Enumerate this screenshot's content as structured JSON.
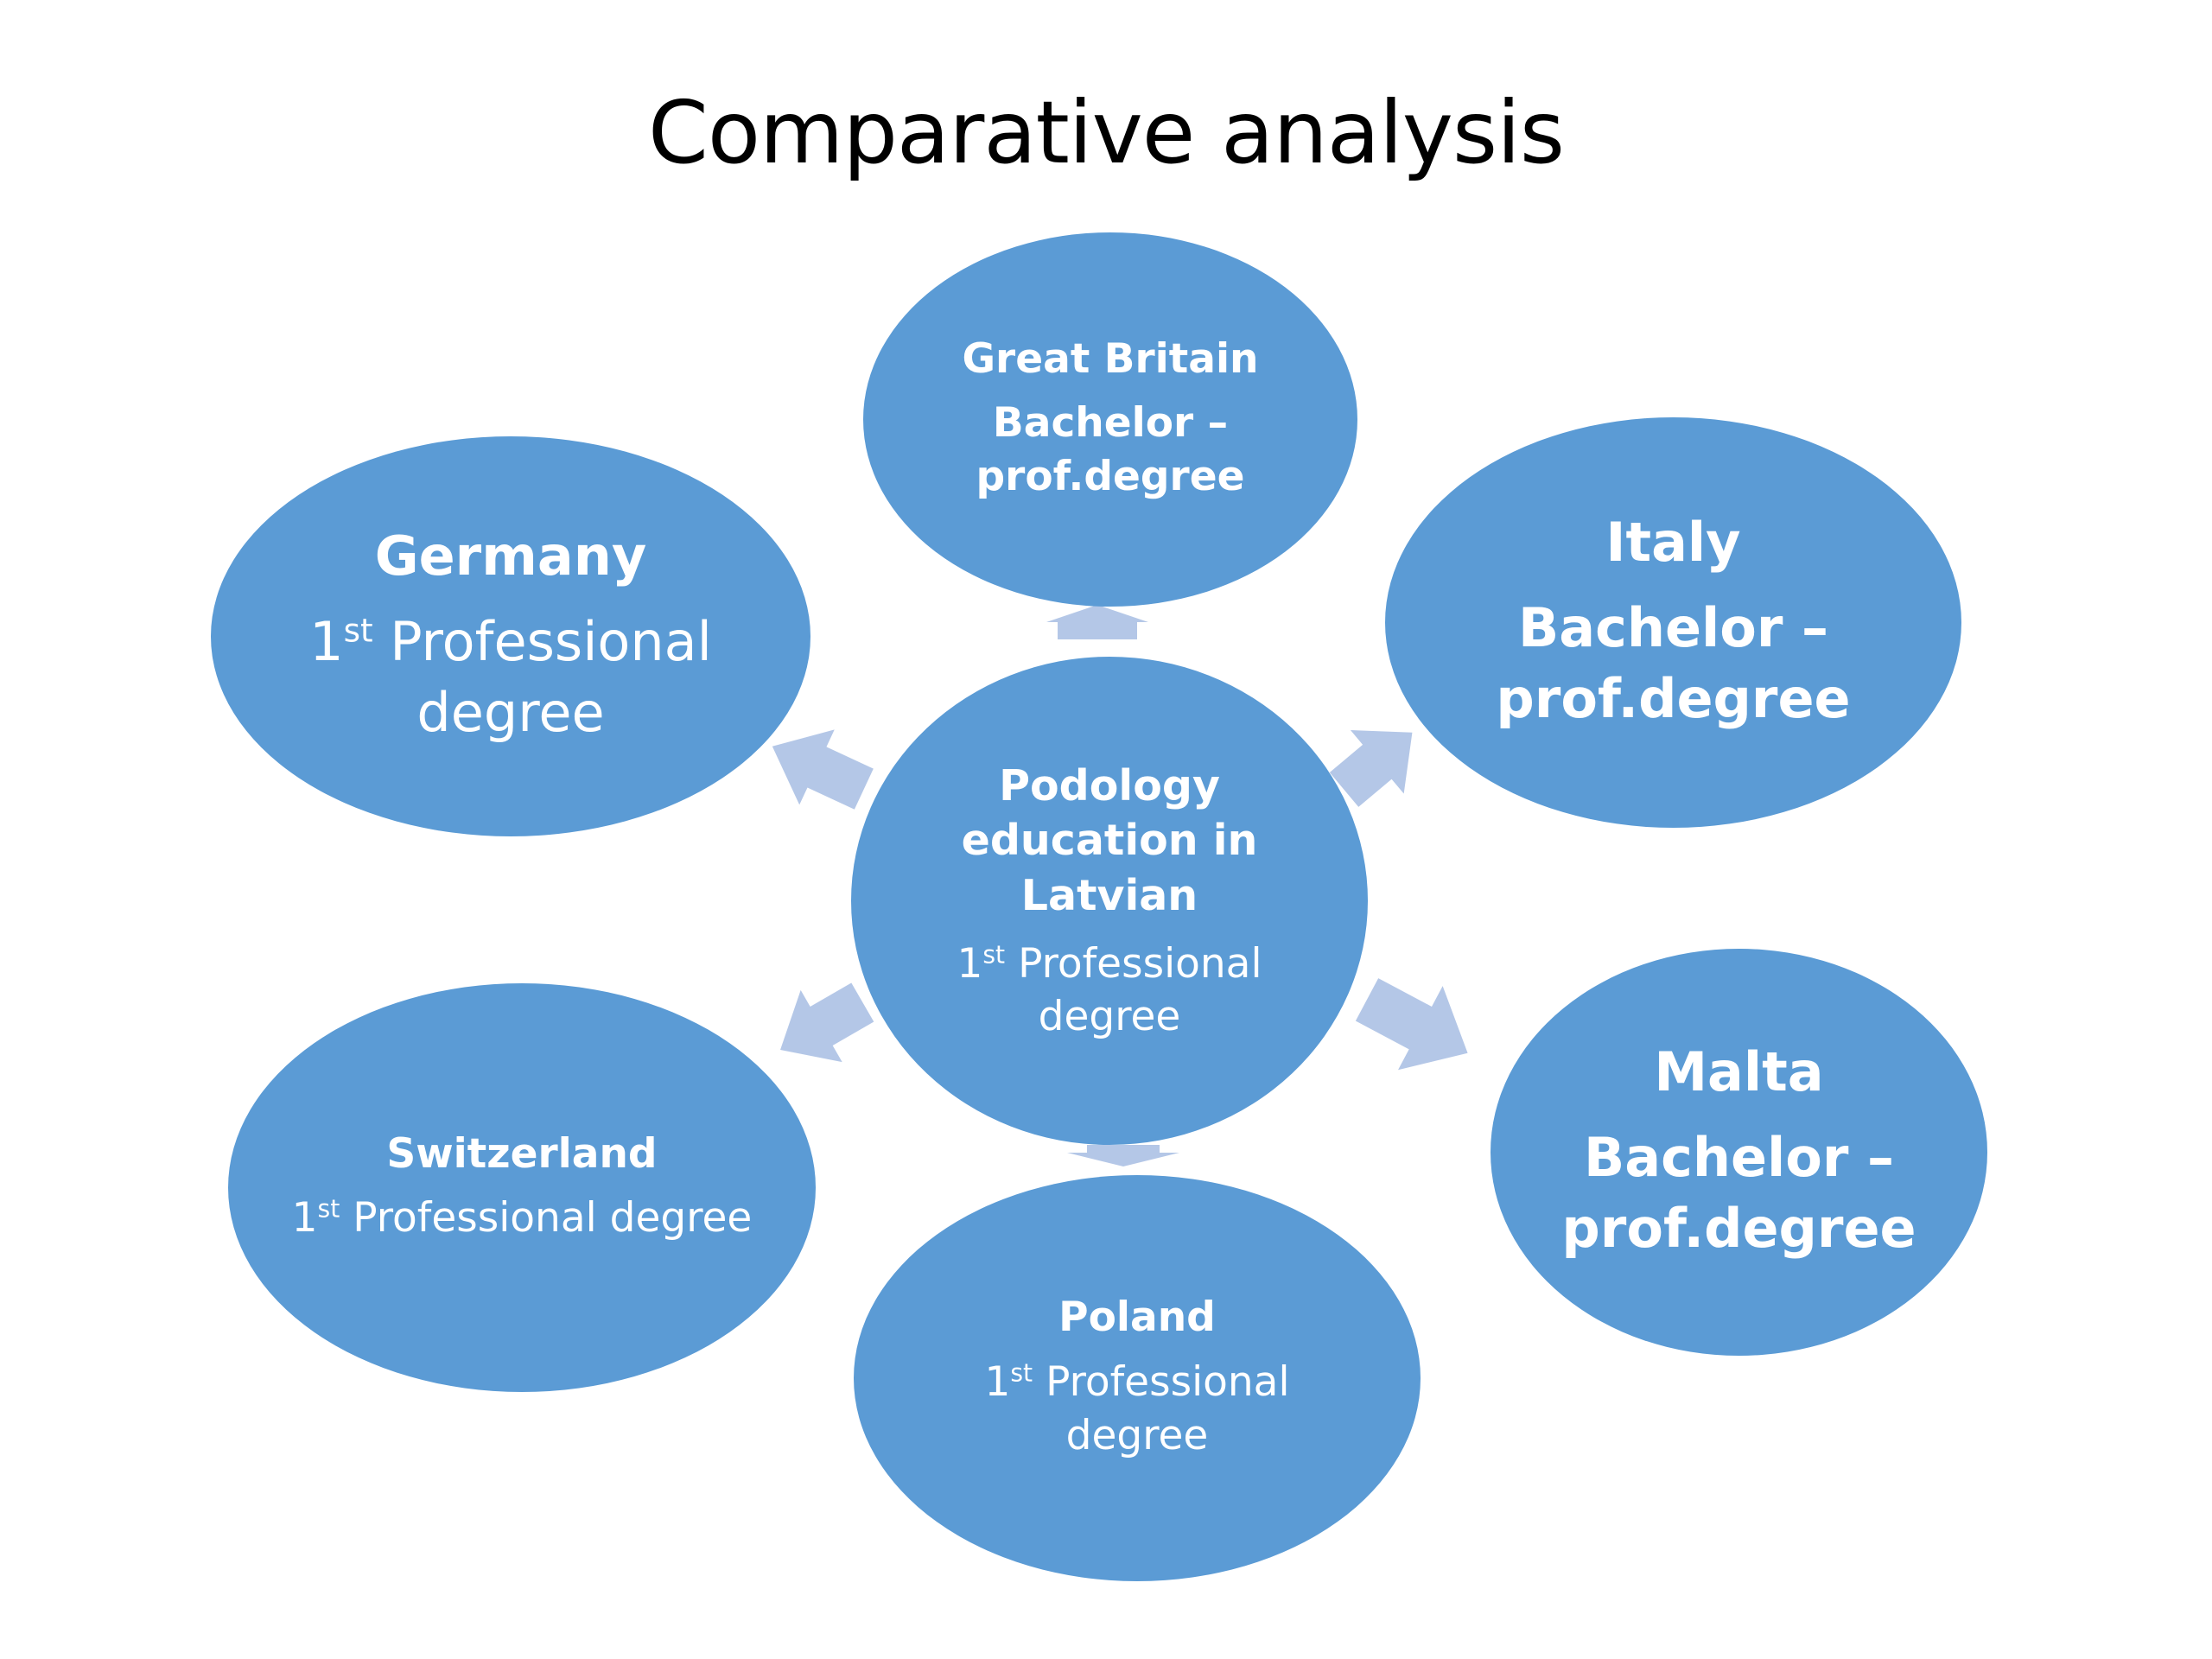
{
  "title": "Comparative analysis",
  "colors": {
    "node_fill": "#5b9bd5",
    "arrow_fill": "#b4c7e7",
    "text": "#ffffff"
  },
  "center": {
    "name": "Podology education in Latvian",
    "degree_num": "1",
    "degree_sup": "st",
    "degree_rest": " Professional degree"
  },
  "nodes": {
    "great_britain": {
      "name": "Great Britain",
      "degree": "Bachelor – prof.degree"
    },
    "italy": {
      "name": "Italy",
      "degree": "Bachelor – prof.degree"
    },
    "malta": {
      "name": "Malta",
      "degree": "Bachelor – prof.degree"
    },
    "germany": {
      "name": "Germany",
      "degree_num": "1",
      "degree_sup": "st",
      "degree_rest": " Professional degree"
    },
    "switzerland": {
      "name": "Switzerland",
      "degree_num": "1",
      "degree_sup": "st",
      "degree_rest": " Professional degree"
    },
    "poland": {
      "name": "Poland",
      "degree_num": "1",
      "degree_sup": "st",
      "degree_rest": " Professional degree"
    }
  }
}
